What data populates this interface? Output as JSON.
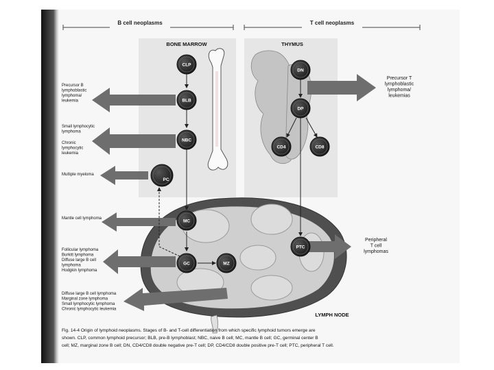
{
  "headers": {
    "b_cell": "B cell neoplasms",
    "t_cell": "T cell neoplasms"
  },
  "sections": {
    "bone_marrow": "BONE MARROW",
    "thymus": "THYMUS",
    "lymph_node": "LYMPH NODE"
  },
  "nodes": {
    "clp": "CLP",
    "blb": "BLB",
    "nbc": "NBC",
    "pc": "PC",
    "mc": "MC",
    "gc": "GC",
    "mz": "MZ",
    "dn": "DN",
    "dp": "DP",
    "cd4": "CD4",
    "cd8": "CD8",
    "ptc": "PTC"
  },
  "left_labels": [
    [
      "Precursor B",
      "lymphoblastic",
      "lymphoma/",
      "leukemia"
    ],
    [
      "Small lymphocytic",
      "lymphoma"
    ],
    [
      "Chronic",
      "lymphocytic",
      "leukemia"
    ],
    [
      "Multiple myeloma"
    ],
    [
      "Mantle cell lymphoma"
    ],
    [
      "Follicular lymphoma",
      "Burkitt lymphoma",
      "Diffuse large B cell",
      "lymphoma",
      "Hodgkin lymphoma"
    ],
    [
      "Diffuse large B cell lymphoma",
      "Marginal zone lymphoma",
      "Small lymphocytic lymphoma",
      "Chronic lymphocytic leukemia"
    ]
  ],
  "right_labels": [
    [
      "Precursor T",
      "lymphoblastic",
      "lymphoma/",
      "leukemias"
    ],
    [
      "Peripheral",
      "T cell",
      "lymphomas"
    ]
  ],
  "caption": [
    "Fig. 14-4 Origin of lymphoid neoplasms. Stages of B- and T-cell differentiation from which specific lymphoid tumors emerge are",
    "shown. CLP, common lymphoid precursor; BLB, pre-B lymphoblast; NBC, naive B cell; MC, mantle B cell; GC, germinal center B",
    "cell; MZ, marginal zone B cell; DN, CD4/CD8 double negative pre-T cell; DP, CD4/CD8 double positive pre-T cell; PTC, peripheral T cell."
  ],
  "colors": {
    "node": "#2b2b2b",
    "box": "#e6e6e6",
    "arrow": "#6e6e6e",
    "text": "#111111"
  }
}
